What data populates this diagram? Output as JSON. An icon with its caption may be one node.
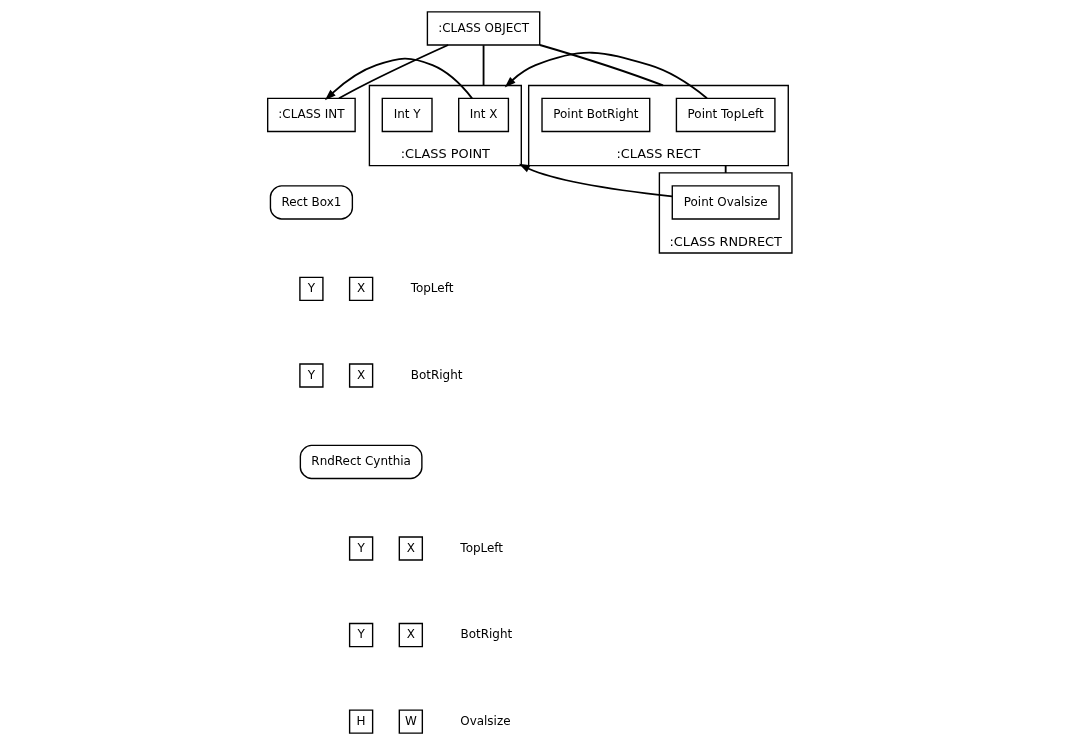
{
  "diagram": {
    "nodes": [
      {
        "text": [
          ":CLASS OBJECT"
        ]
      },
      {
        "text": [
          ":CLASS INT"
        ]
      },
      {
        "text": [
          ":CLASS POINT"
        ]
      },
      {
        "text": [
          "Int X"
        ],
        "in": 2
      },
      {
        "text": [
          "Int Y"
        ],
        "in": 2
      },
      {
        "text": [
          ":CLASS RECT"
        ]
      },
      {
        "text": [
          "Point TopLeft"
        ],
        "in": 5
      },
      {
        "text": [
          "Point BotRight"
        ],
        "in": 5
      },
      {
        "text": [
          ":CLASS RNDRECT"
        ]
      },
      {
        "text": [
          "Point Ovalsize"
        ],
        "in": 8
      },
      {
        "text": [
          "Rect Box1"
        ]
      },
      {
        "text": [
          "Y"
        ]
      },
      {
        "text": [
          "X"
        ],
        "beside": [
          "TopLeft"
        ]
      },
      {
        "text": [
          "Y"
        ]
      },
      {
        "text": [
          "X"
        ],
        "beside": [
          "BotRight"
        ]
      },
      {
        "text": [
          "RndRect Cynthia"
        ]
      },
      {
        "text": [
          "Y"
        ]
      },
      {
        "text": [
          "X"
        ],
        "beside": [
          "TopLeft"
        ]
      },
      {
        "text": [
          "Y"
        ]
      },
      {
        "text": [
          "X"
        ],
        "beside": [
          "BotRight"
        ]
      },
      {
        "text": [
          "H"
        ]
      },
      {
        "text": [
          "W"
        ],
        "beside": [
          "Ovalsize"
        ]
      }
    ],
    "edges": [
      {
        "from": 0,
        "to": 1,
        "arrow": "none"
      },
      {
        "from": 0,
        "to": 2,
        "arrow": "none"
      },
      {
        "from": 0,
        "to": 5,
        "arrow": "none"
      },
      {
        "from": 5,
        "to": 8,
        "arrow": "none"
      },
      {
        "from": 3,
        "to": 1,
        "arrow": "to"
      },
      {
        "from": 6,
        "to": 2,
        "arrow": "to"
      },
      {
        "from": 9,
        "to": 2,
        "arrow": "to"
      }
    ]
  }
}
